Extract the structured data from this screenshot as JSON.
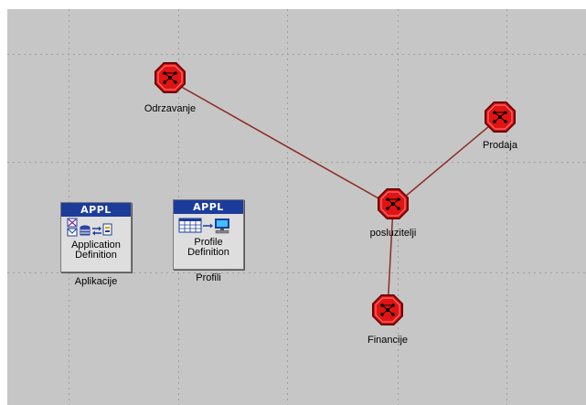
{
  "colors": {
    "workspace_bg": "#c6c6c6",
    "grid_line": "#9e9e9e",
    "link_line": "#8c2b22",
    "router_fill": "#e01414",
    "appl_header": "#1c3c9c"
  },
  "nodes": [
    {
      "id": "odrzavanje",
      "label": "Odrzavanje",
      "icon": "router-icon"
    },
    {
      "id": "prodaja",
      "label": "Prodaja",
      "icon": "router-icon"
    },
    {
      "id": "posluzitelji",
      "label": "posluzitelji",
      "icon": "router-icon"
    },
    {
      "id": "financije",
      "label": "Financije",
      "icon": "router-icon"
    }
  ],
  "links": [
    {
      "from": "Odrzavanje",
      "to": "posluzitelji"
    },
    {
      "from": "Prodaja",
      "to": "posluzitelji"
    },
    {
      "from": "posluzitelji",
      "to": "Financije"
    }
  ],
  "config_objects": [
    {
      "id": "application-definition",
      "header": "APPL",
      "line1": "Application",
      "line2": "Definition",
      "label": "Aplikacije",
      "icon": "application-definition-icon"
    },
    {
      "id": "profile-definition",
      "header": "APPL",
      "line1": "Profile",
      "line2": "Definition",
      "label": "Profili",
      "icon": "profile-definition-icon"
    }
  ]
}
